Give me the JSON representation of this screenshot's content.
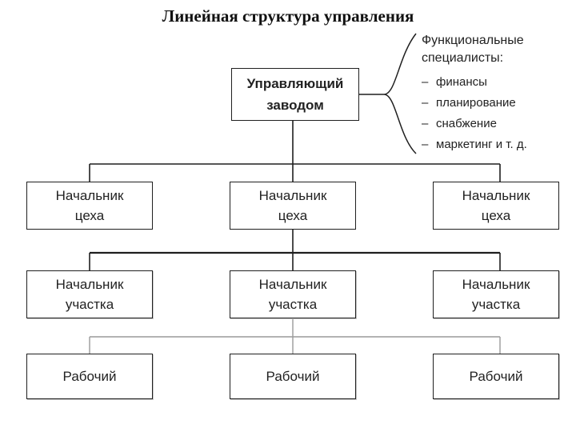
{
  "title": "Линейная структура управления",
  "director": {
    "line1": "Управляющий",
    "line2": "заводом"
  },
  "specialists": {
    "heading_line1": "Функциональные",
    "heading_line2": "специалисты:",
    "items": [
      "финансы",
      "планирование",
      "снабжение",
      "маркетинг и т. д."
    ]
  },
  "shop_heads": [
    {
      "line1": "Начальник",
      "line2": "цеха"
    },
    {
      "line1": "Начальник",
      "line2": "цеха"
    },
    {
      "line1": "Начальник",
      "line2": "цеха"
    }
  ],
  "section_heads": [
    {
      "line1": "Начальник",
      "line2": "участка"
    },
    {
      "line1": "Начальник",
      "line2": "участка"
    },
    {
      "line1": "Начальник",
      "line2": "участка"
    }
  ],
  "workers": [
    {
      "label": "Рабочий"
    },
    {
      "label": "Рабочий"
    },
    {
      "label": "Рабочий"
    }
  ],
  "bullet": "–"
}
